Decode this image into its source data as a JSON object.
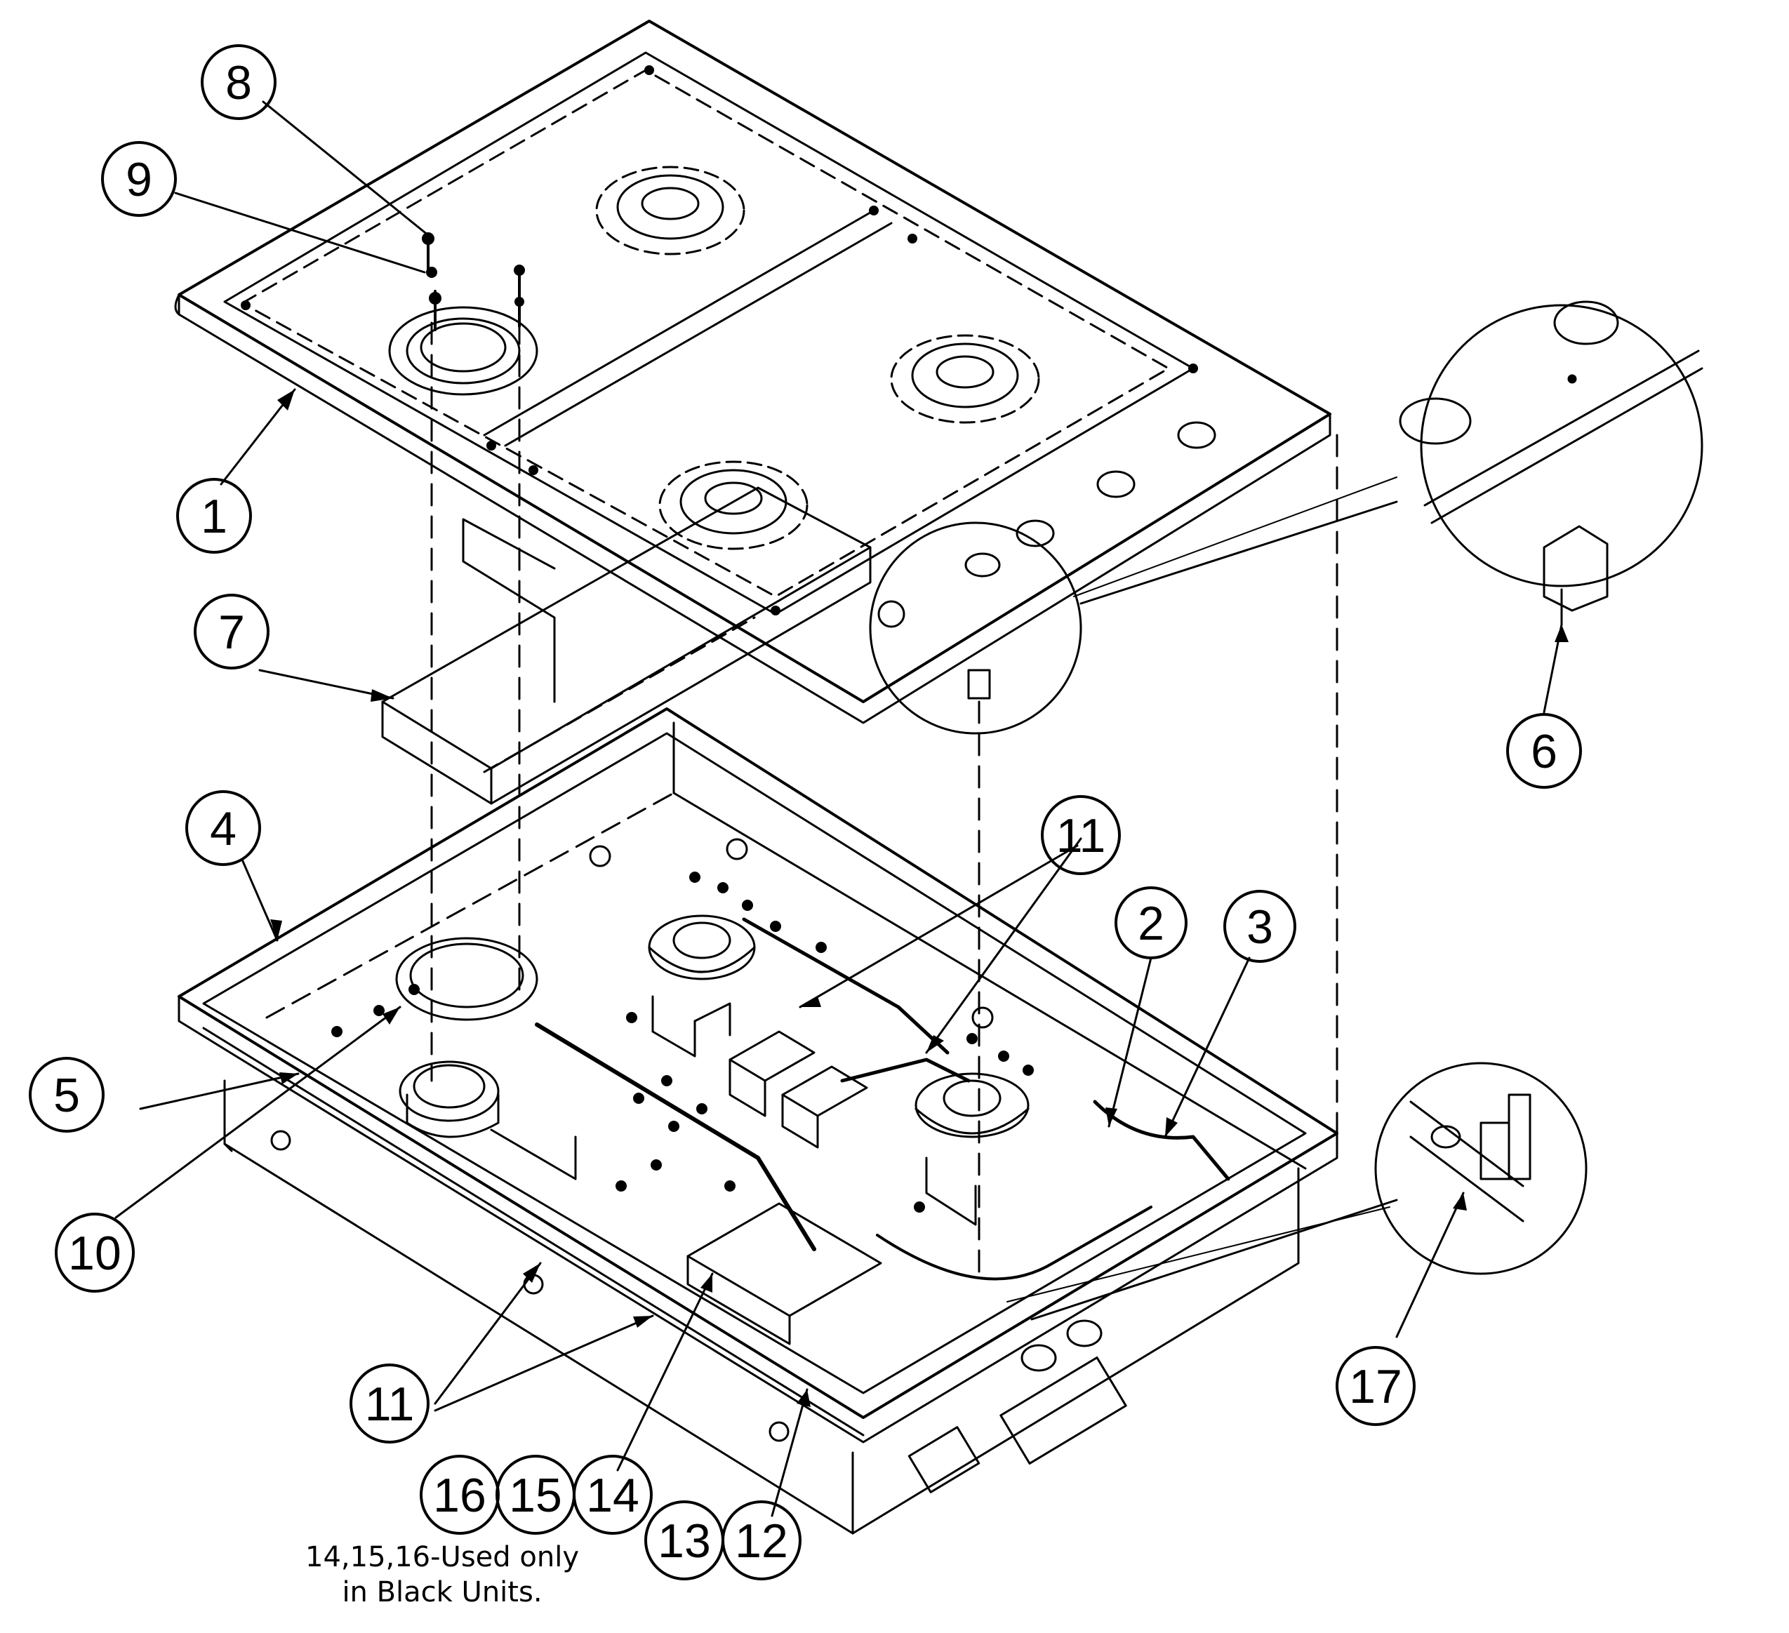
{
  "callouts": [
    {
      "id": "c1",
      "label": "1"
    },
    {
      "id": "c2",
      "label": "2"
    },
    {
      "id": "c3",
      "label": "3"
    },
    {
      "id": "c4",
      "label": "4"
    },
    {
      "id": "c5",
      "label": "5"
    },
    {
      "id": "c6",
      "label": "6"
    },
    {
      "id": "c7",
      "label": "7"
    },
    {
      "id": "c8",
      "label": "8"
    },
    {
      "id": "c9",
      "label": "9"
    },
    {
      "id": "c10",
      "label": "10"
    },
    {
      "id": "c11a",
      "label": "11"
    },
    {
      "id": "c11b",
      "label": "11"
    },
    {
      "id": "c12",
      "label": "12"
    },
    {
      "id": "c13",
      "label": "13"
    },
    {
      "id": "c14",
      "label": "14"
    },
    {
      "id": "c15",
      "label": "15"
    },
    {
      "id": "c16",
      "label": "16"
    },
    {
      "id": "c17",
      "label": "17"
    }
  ],
  "note": {
    "line1": "14,15,16-Used only",
    "line2": "in Black Units."
  },
  "colors": {
    "ink": "#000000",
    "paper": "#ffffff"
  }
}
